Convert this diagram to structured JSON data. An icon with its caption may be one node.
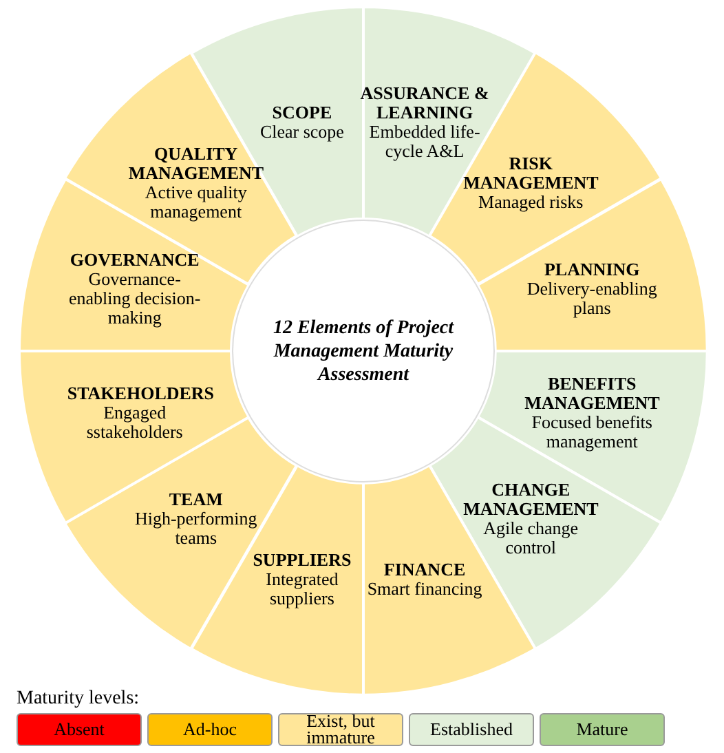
{
  "diagram": {
    "nodes": [
      {
        "text": [
          "SCOPE",
          "Clear scope"
        ]
      },
      {
        "text": [
          "ASSURANCE & LEARNING",
          "Embedded life-cycle A&L"
        ]
      },
      {
        "text": [
          "RISK MANAGEMENT",
          "Managed risks"
        ]
      },
      {
        "text": [
          "PLANNING",
          "Delivery-enabling plans"
        ]
      },
      {
        "text": [
          "BENEFITS MANAGEMENT",
          "Focused benefits management"
        ]
      },
      {
        "text": [
          "CHANGE MANAGEMENT",
          "Agile change control"
        ]
      },
      {
        "text": [
          "FINANCE",
          "Smart financing"
        ]
      },
      {
        "text": [
          "SUPPLIERS",
          "Integrated suppliers"
        ]
      },
      {
        "text": [
          "TEAM",
          "High-performing teams"
        ]
      },
      {
        "text": [
          "STAKEHOLDERS",
          "Engaged sstakeholders"
        ]
      },
      {
        "text": [
          "GOVERNANCE",
          "Governance-enabling decision-making"
        ]
      },
      {
        "text": [
          "QUALITY MANAGEMENT",
          "Active quality management"
        ]
      },
      {
        "text": [
          "12 Elements of Project Management Maturity Assessment"
        ]
      }
    ],
    "labels": [
      "Maturity levels:"
    ],
    "legend": [
      {
        "text": "Absent",
        "color": "#ff0000"
      },
      {
        "text": "Ad-hoc",
        "color": "#ffc000"
      },
      {
        "text": "Exist, but immature",
        "color": "#ffe699"
      },
      {
        "text": "Established",
        "color": "#e2efda"
      },
      {
        "text": "Mature",
        "color": "#a9d08e"
      }
    ]
  }
}
